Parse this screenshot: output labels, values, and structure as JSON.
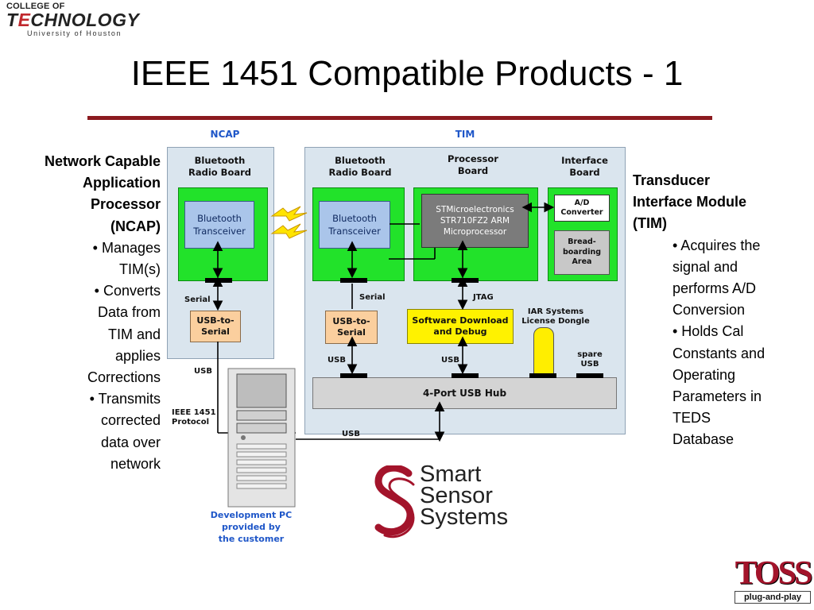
{
  "logo": {
    "line1": "COLLEGE OF",
    "line2_pre": "T",
    "line2_bar": "E",
    "line2_post": "CHNOLOGY",
    "line3": "University of Houston"
  },
  "slide_title": "IEEE 1451 Compatible Products - 1",
  "left_notes": {
    "heading": [
      "Network Capable",
      "Application",
      "Processor",
      "(NCAP)"
    ],
    "bullets": [
      "• Manages",
      "TIM(s)",
      "• Converts",
      "Data from",
      "TIM and",
      "applies",
      "Corrections",
      "• Transmits",
      "corrected",
      "data over",
      "network"
    ]
  },
  "right_notes": {
    "heading": [
      "Transducer",
      "Interface Module",
      "(TIM)"
    ],
    "bullets": [
      "• Acquires the",
      "signal and",
      "performs A/D",
      "Conversion",
      "• Holds Cal",
      "Constants and",
      "Operating",
      "Parameters in",
      "TEDS",
      "Database"
    ]
  },
  "diagram": {
    "ncap_label": "NCAP",
    "tim_label": "TIM",
    "ncap_col_head": "Bluetooth\nRadio Board",
    "tim_bt_head": "Bluetooth\nRadio Board",
    "processor_head": "Processor\nBoard",
    "interface_head": "Interface\nBoard",
    "ncap_transceiver": "Bluetooth\nTransceiver",
    "tim_transceiver": "Bluetooth\nTransceiver",
    "microprocessor": "STMicroelectronics\nSTR710FZ2 ARM\nMicroprocessor",
    "ad_converter": "A/D\nConverter",
    "breadboarding": "Bread-\nboarding\nArea",
    "serial_left": "Serial",
    "serial_right": "Serial",
    "jtag": "JTAG",
    "usb_serial_left": "USB-to-\nSerial",
    "usb_serial_right": "USB-to-\nSerial",
    "software_download": "Software Download\nand Debug",
    "iar_dongle": "IAR Systems\nLicense Dongle",
    "usb_left": "USB",
    "usb_mid": "USB",
    "spare_usb": "spare\nUSB",
    "usb_ncap": "USB",
    "usb_bottom": "USB",
    "ieee_protocol": "IEEE 1451\nProtocol",
    "hub": "4-Port USB Hub",
    "dev_pc": "Development PC\nprovided by\nthe customer"
  },
  "sss_logo": [
    "Smart",
    "Sensor",
    "Systems"
  ],
  "toss_logo": {
    "mark": "TOSS",
    "tagline": "plug-and-play"
  }
}
